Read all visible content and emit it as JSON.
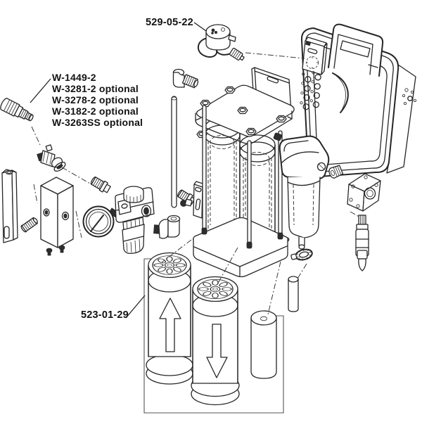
{
  "figure": {
    "type": "exploded-parts-diagram",
    "background": "#ffffff",
    "line_color": "#262626",
    "callouts": {
      "solenoid_part": "529-05-22",
      "coupling_parts": [
        "W-1449-2",
        "W-3281-2 optional",
        "W-3278-2 optional",
        "W-3182-2 optional",
        "W-3263SS optional"
      ],
      "cartridge_kit_part": "523-01-29"
    }
  }
}
